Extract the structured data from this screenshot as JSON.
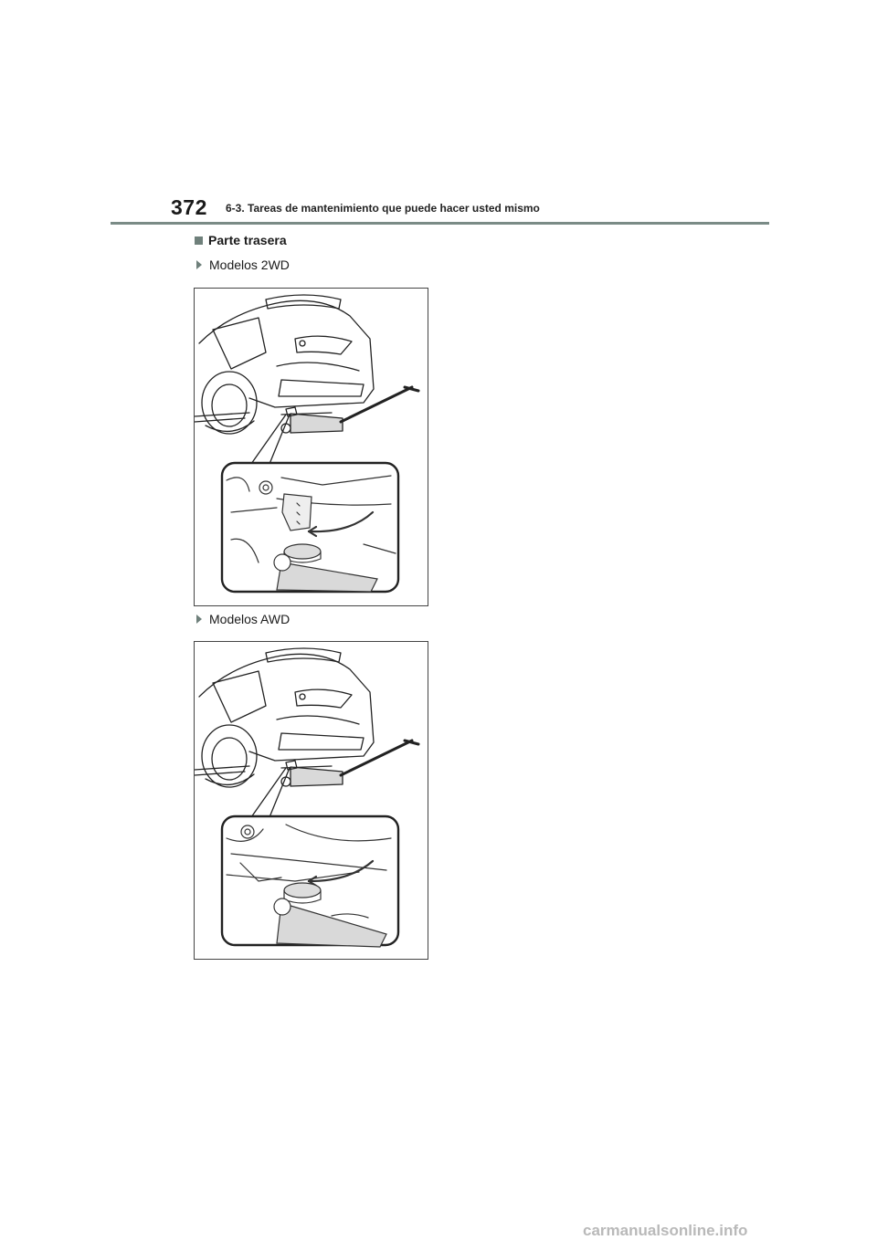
{
  "header": {
    "page_number": "372",
    "section": "6-3. Tareas de mantenimiento que puede hacer usted mismo"
  },
  "content": {
    "heading": "Parte trasera",
    "items": [
      {
        "label": "Modelos 2WD"
      },
      {
        "label": "Modelos AWD"
      }
    ]
  },
  "footer": {
    "watermark": "carmanualsonline.info"
  },
  "icons": {
    "heading_bullet": "square-bullet-icon",
    "item_bullet": "triangle-bullet-icon"
  },
  "colors": {
    "rule": "#7a8b86",
    "bullet": "#6f807b",
    "jack_fill": "#d9d9d9"
  }
}
